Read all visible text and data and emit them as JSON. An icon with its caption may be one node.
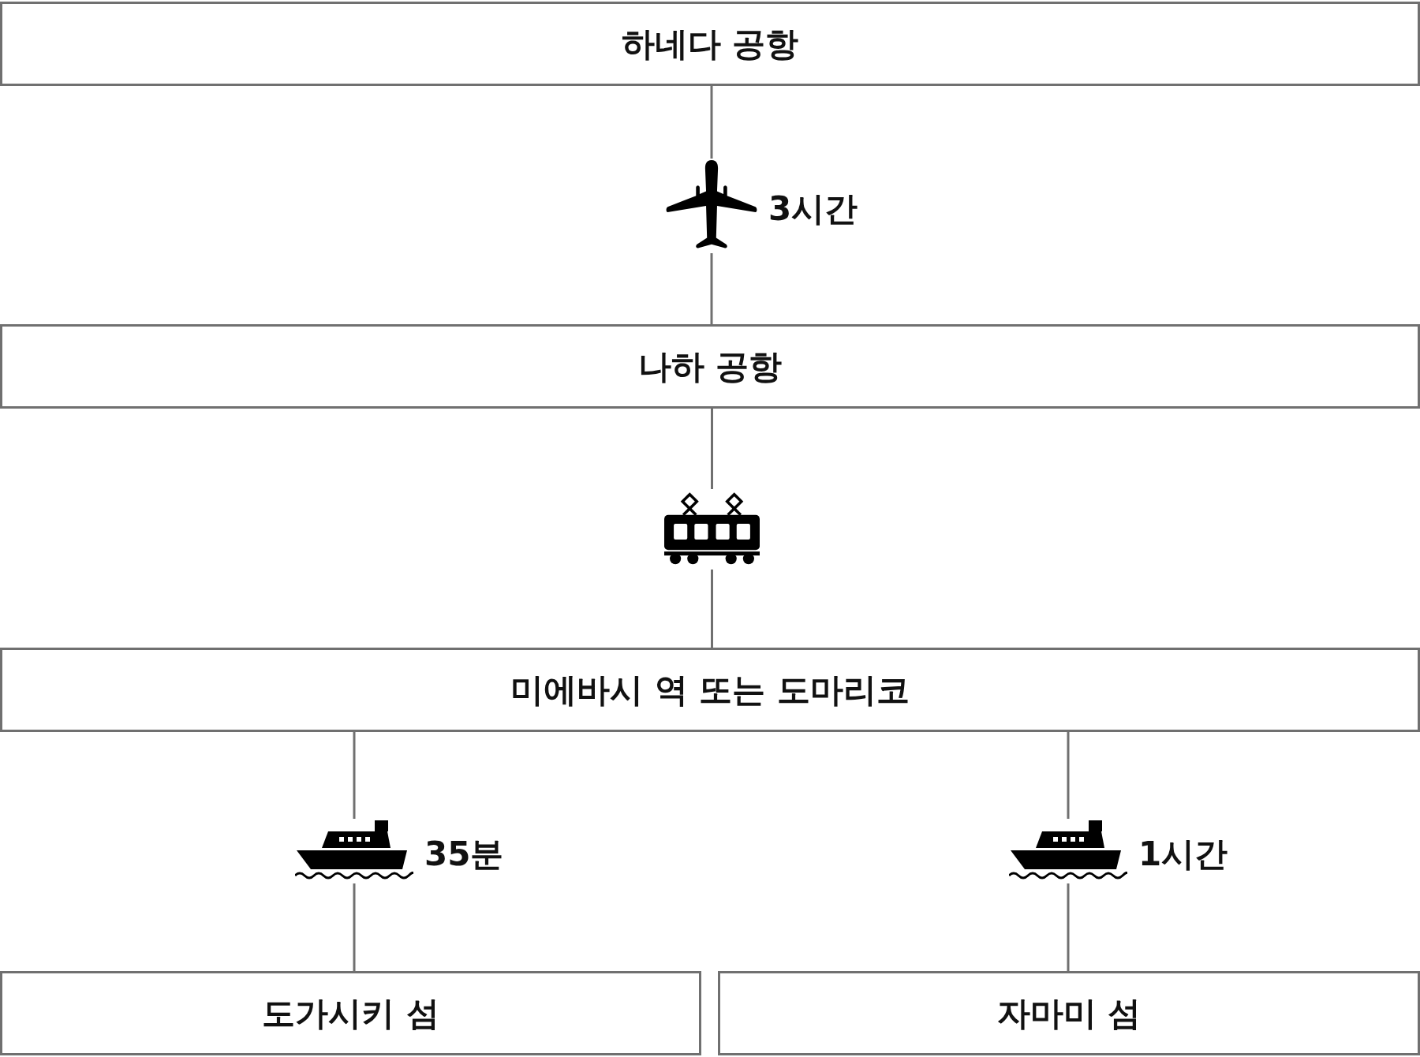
{
  "diagram": {
    "nodes": [
      {
        "text": [
          "하네다 공항"
        ]
      },
      {
        "text": [],
        "shape": "airplane",
        "beside": [
          "3시간"
        ]
      },
      {
        "text": [
          "나하 공항"
        ]
      },
      {
        "text": [],
        "shape": "train"
      },
      {
        "text": [
          "미에바시 역 또는 도마리코"
        ]
      },
      {
        "text": [],
        "shape": "ship",
        "beside": [
          "35분"
        ]
      },
      {
        "text": [],
        "shape": "ship",
        "beside": [
          "1시간"
        ]
      },
      {
        "text": [
          "도가시키 섬"
        ]
      },
      {
        "text": [
          "자마미 섬"
        ]
      }
    ],
    "edges": [
      {
        "from": 0,
        "to": 1,
        "arrow": "none"
      },
      {
        "from": 1,
        "to": 2,
        "arrow": "none"
      },
      {
        "from": 2,
        "to": 3,
        "arrow": "none"
      },
      {
        "from": 3,
        "to": 4,
        "arrow": "none"
      },
      {
        "from": 4,
        "to": 5,
        "arrow": "none"
      },
      {
        "from": 5,
        "to": 7,
        "arrow": "none"
      },
      {
        "from": 4,
        "to": 6,
        "arrow": "none"
      },
      {
        "from": 6,
        "to": 8,
        "arrow": "none"
      }
    ]
  }
}
